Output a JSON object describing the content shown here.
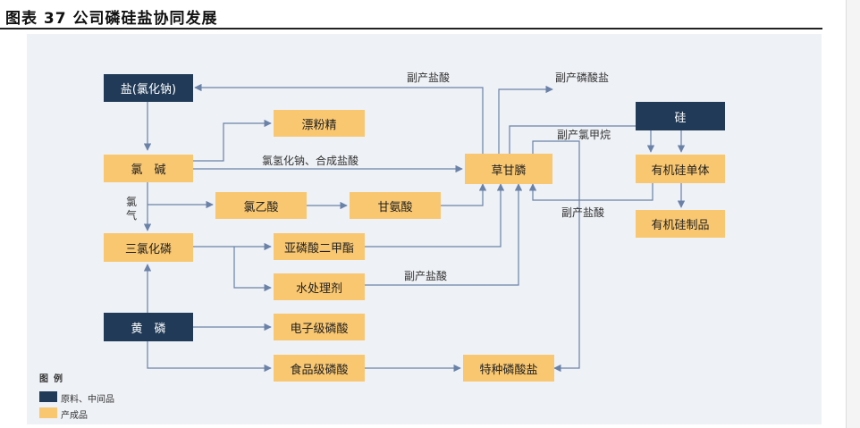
{
  "title": "图表 37 公司磷硅盐协同发展",
  "nodes": {
    "salt": "盐(氯化钠)",
    "chlor_alkali": "氯　碱",
    "pcl3": "三氯化磷",
    "yellow_p": "黄　磷",
    "bleach": "漂粉精",
    "chloroacetic": "氯乙酸",
    "glycine": "甘氨酸",
    "dmp": "亚磷酸二甲酯",
    "water_agent": "水处理剂",
    "electronic_pa": "电子级磷酸",
    "food_pa": "食品级磷酸",
    "glyphosate": "草甘膦",
    "special_phosphate": "特种磷酸盐",
    "silicon": "硅",
    "organosilicon_monomer": "有机硅单体",
    "organosilicon_products": "有机硅制品"
  },
  "edge_labels": {
    "byproduct_hcl_top": "副产盐酸",
    "byproduct_phosphate": "副产磷酸盐",
    "nacl_hcl": "氯氢化钠、合成盐酸",
    "chlorine": "氯气",
    "byproduct_methyl_chloride": "副产氯甲烷",
    "byproduct_hcl_right": "副产盐酸",
    "byproduct_hcl_mid": "副产盐酸"
  },
  "legend": {
    "title": "图例",
    "items": [
      {
        "label": "原料、中间品",
        "color": "#203a57"
      },
      {
        "label": "产成品",
        "color": "#f9c770"
      }
    ]
  },
  "colors": {
    "dark_node": "#203a57",
    "light_node": "#f9c770",
    "edge": "#6b82a8"
  }
}
